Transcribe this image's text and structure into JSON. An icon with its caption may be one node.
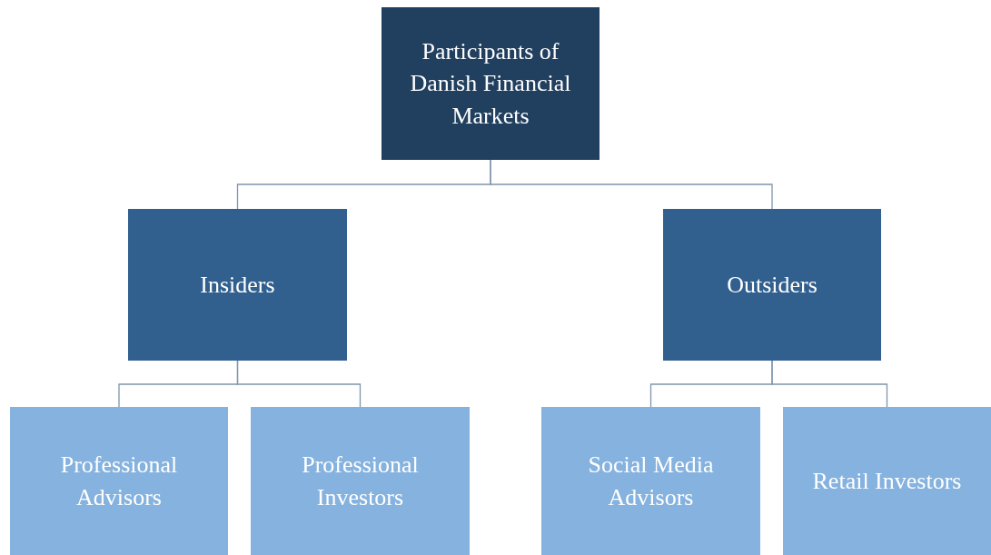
{
  "diagram": {
    "nodes": [
      {
        "text": [
          "Participants of Danish Financial Markets"
        ]
      },
      {
        "text": [
          "Insiders"
        ]
      },
      {
        "text": [
          "Outsiders"
        ]
      },
      {
        "text": [
          "Professional Advisors"
        ]
      },
      {
        "text": [
          "Professional Investors"
        ]
      },
      {
        "text": [
          "Social Media Advisors"
        ]
      },
      {
        "text": [
          "Retail Investors"
        ]
      }
    ],
    "edges": [
      {
        "from": 0,
        "to": 1,
        "arrow": "none"
      },
      {
        "from": 0,
        "to": 2,
        "arrow": "none"
      },
      {
        "from": 1,
        "to": 3,
        "arrow": "none"
      },
      {
        "from": 1,
        "to": 4,
        "arrow": "none"
      },
      {
        "from": 2,
        "to": 5,
        "arrow": "none"
      },
      {
        "from": 2,
        "to": 6,
        "arrow": "none"
      }
    ]
  }
}
